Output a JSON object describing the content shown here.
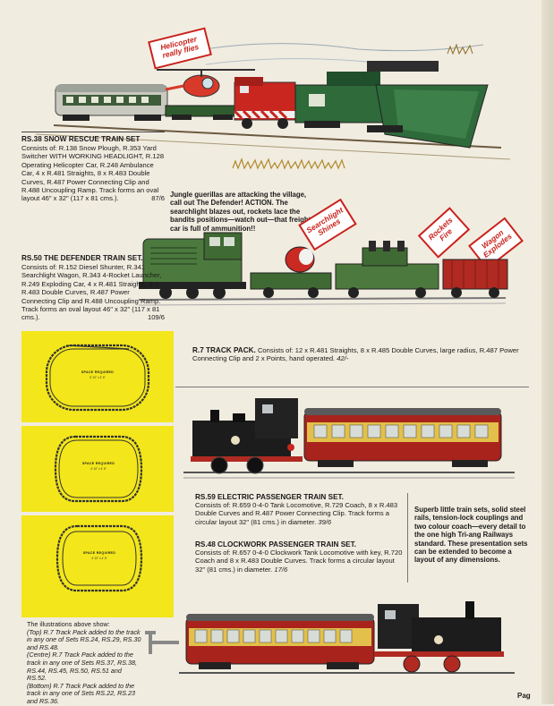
{
  "callouts": {
    "helicopter": "Helicopter really flies",
    "searchlight": "Searchlight Shines",
    "rockets": "Rockets Fire",
    "wagon": "Wagon Explodes"
  },
  "rs38": {
    "title": "RS.38 SNOW RESCUE TRAIN SET",
    "body": "Consists of: R.138 Snow Plough, R.353 Yard Switcher WITH WORKING HEADLIGHT, R.128 Operating Helicopter Car, R.248 Ambulance Car, 4 x R.481 Straights, 8 x R.483 Double Curves, R.487 Power Connecting Clip and R.488 Uncoupling Ramp. Track forms an oval layout 46\" x 32\" (117 x 81 cms.).",
    "price": "87/6"
  },
  "jungle": {
    "text": "Jungle guerillas are attacking the village, call out The Defender! ACTION. The searchlight blazes out, rockets lace the bandits positions—watch out—that freight car is full of ammunition!!"
  },
  "rs50": {
    "title": "RS.50 THE DEFENDER TRAIN SET.",
    "body": "Consists of: R.152 Diesel Shunter, R.341 Searchlight Wagon, R.343 4-Rocket Launcher, R.249 Exploding Car, 4 x R.481 Straights, 8 x R.483 Double Curves, R.487 Power Connecting Clip and R.488 Uncoupling Ramp. Track forms an oval layout 46\" x 32\" (117 x 81 cms.).",
    "price": "109/6"
  },
  "r7": {
    "title": "R.7 TRACK PACK.",
    "body": "Consists of: 12 x R.481 Straights, 8 x R.485 Double Curves, large radius, R.487 Power Connecting Clip and 2 x Points, hand operated.",
    "price": "42/-"
  },
  "track_cards": [
    {
      "label": "SPACE REQUIRED",
      "size": "5' 10\" x 3' 6\""
    },
    {
      "label": "SPACE REQUIRED",
      "size": "4' 10\" x 4' 6\""
    },
    {
      "label": "SPACE REQUIRED",
      "size": "4' 10\" x 4' 6\""
    }
  ],
  "rs59": {
    "title": "RS.59 ELECTRIC PASSENGER TRAIN SET.",
    "body": "Consists of: R.659 0-4-0 Tank Locomotive, R.729 Coach, 8 x R.483 Double Curves and R.487 Power Connecting Clip. Track forms a circular layout 32\" (81 cms.) in diameter.",
    "price": "39/6"
  },
  "rs48": {
    "title": "RS.48 CLOCKWORK PASSENGER TRAIN SET.",
    "body": "Consists of: R.657 0-4-0 Clockwork Tank Locomotive with key, R.720 Coach and 8 x R.483 Double Curves. Track forms a circular layout 32\" (81 cms.) in diameter.",
    "price": "17/6"
  },
  "side_note": "Superb little train sets, solid steel rails, tension-lock couplings and two colour coach—every detail to the one high Tri-ang Railways standard. These presentation sets can be extended to become a layout of any dimensions.",
  "illustrations_note": {
    "intro": "The illustrations above show:",
    "top": "(Top) R.7 Track Pack added to the track in any one of Sets RS.24, RS.29, RS.30 and RS.48.",
    "centre": "(Centre) R.7 Track Pack added to the track in any one of Sets RS.37, RS.38, RS.44, RS.45, RS.50, RS.51 and RS.52.",
    "bottom": "(Bottom) R.7 Track Pack added to the track in any one of Sets RS.22, RS.23 and RS.36."
  },
  "page_label": "Pag"
}
